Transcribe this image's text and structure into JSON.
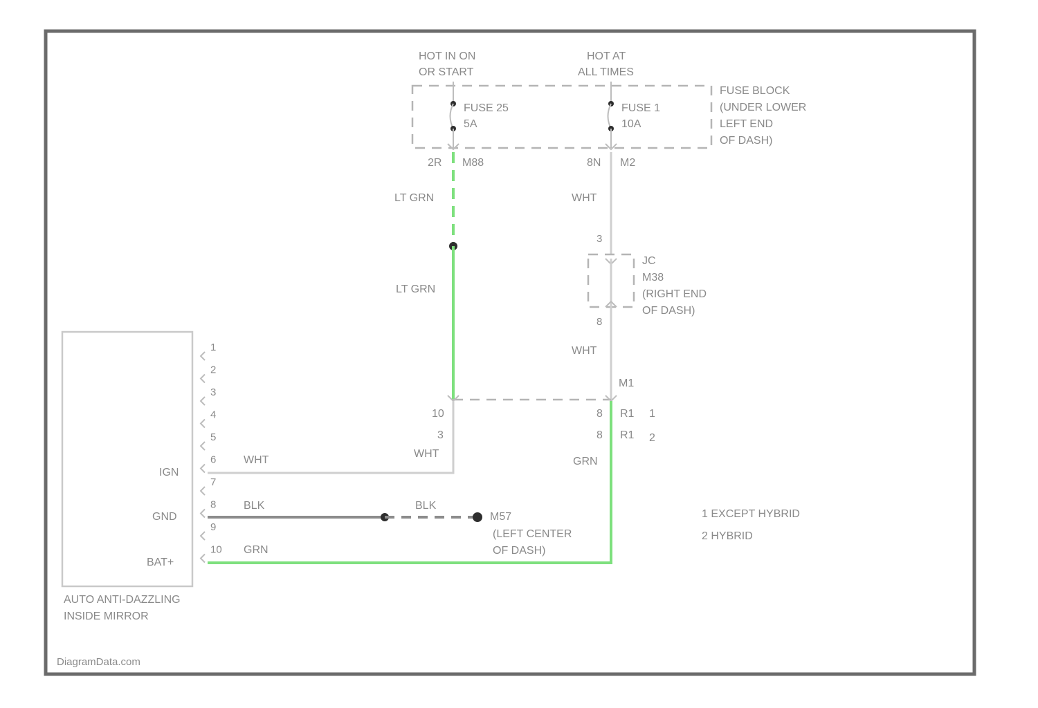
{
  "labels": {
    "hot_run": [
      "HOT IN ON",
      "OR START"
    ],
    "hot_all": [
      "HOT AT",
      "ALL TIMES"
    ],
    "fuse_block": [
      "FUSE BLOCK",
      "(UNDER LOWER",
      "LEFT END",
      "OF DASH)"
    ],
    "fuse_a": [
      "FUSE 25",
      "5A"
    ],
    "fuse_b": [
      "FUSE 1",
      "10A"
    ],
    "conn_2r": "2R",
    "conn_m88": "M88",
    "conn_8n": "8N",
    "conn_m2": "M2",
    "wire_lt_grn_1": "LT GRN",
    "wire_lt_grn_2": "LT GRN",
    "wire_wht_1": "WHT",
    "wire_wht_2": "WHT",
    "wire_wht_3": "WHT",
    "wire_wht_4": "WHT",
    "wire_blk_1": "BLK",
    "wire_blk_2": "BLK",
    "wire_grn_1": "GRN",
    "wire_grn_2": "GRN",
    "jc": [
      "JC",
      "M38",
      "(RIGHT END",
      "OF DASH)"
    ],
    "jc_pin_top": "3",
    "jc_pin_bot": "8",
    "m1": "M1",
    "pin_10": "10",
    "pin_3": "3",
    "pin_r1a": "R1",
    "pin_r1b": "R1",
    "pin_8a": "8",
    "pin_8b": "8",
    "note_1": "1",
    "note_2": "2",
    "ground": [
      "M57",
      "(LEFT CENTER",
      "OF DASH)"
    ],
    "mirror_pins": [
      "1",
      "2",
      "3",
      "4",
      "5",
      "6",
      "7",
      "8",
      "9",
      "10"
    ],
    "ign": "IGN",
    "gnd": "GND",
    "bat": "BAT+",
    "component": [
      "AUTO ANTI-DAZZLING",
      "INSIDE MIRROR"
    ],
    "legend": [
      "1  EXCEPT HYBRID",
      "2  HYBRID"
    ],
    "watermark": "DiagramData.com"
  },
  "colors": {
    "frame": "#6b6b6b",
    "green_wire": "#7ee07e",
    "white_wire": "#cfcfcf",
    "black_wire": "#8c8c8c",
    "text": "#8a8a8a"
  }
}
